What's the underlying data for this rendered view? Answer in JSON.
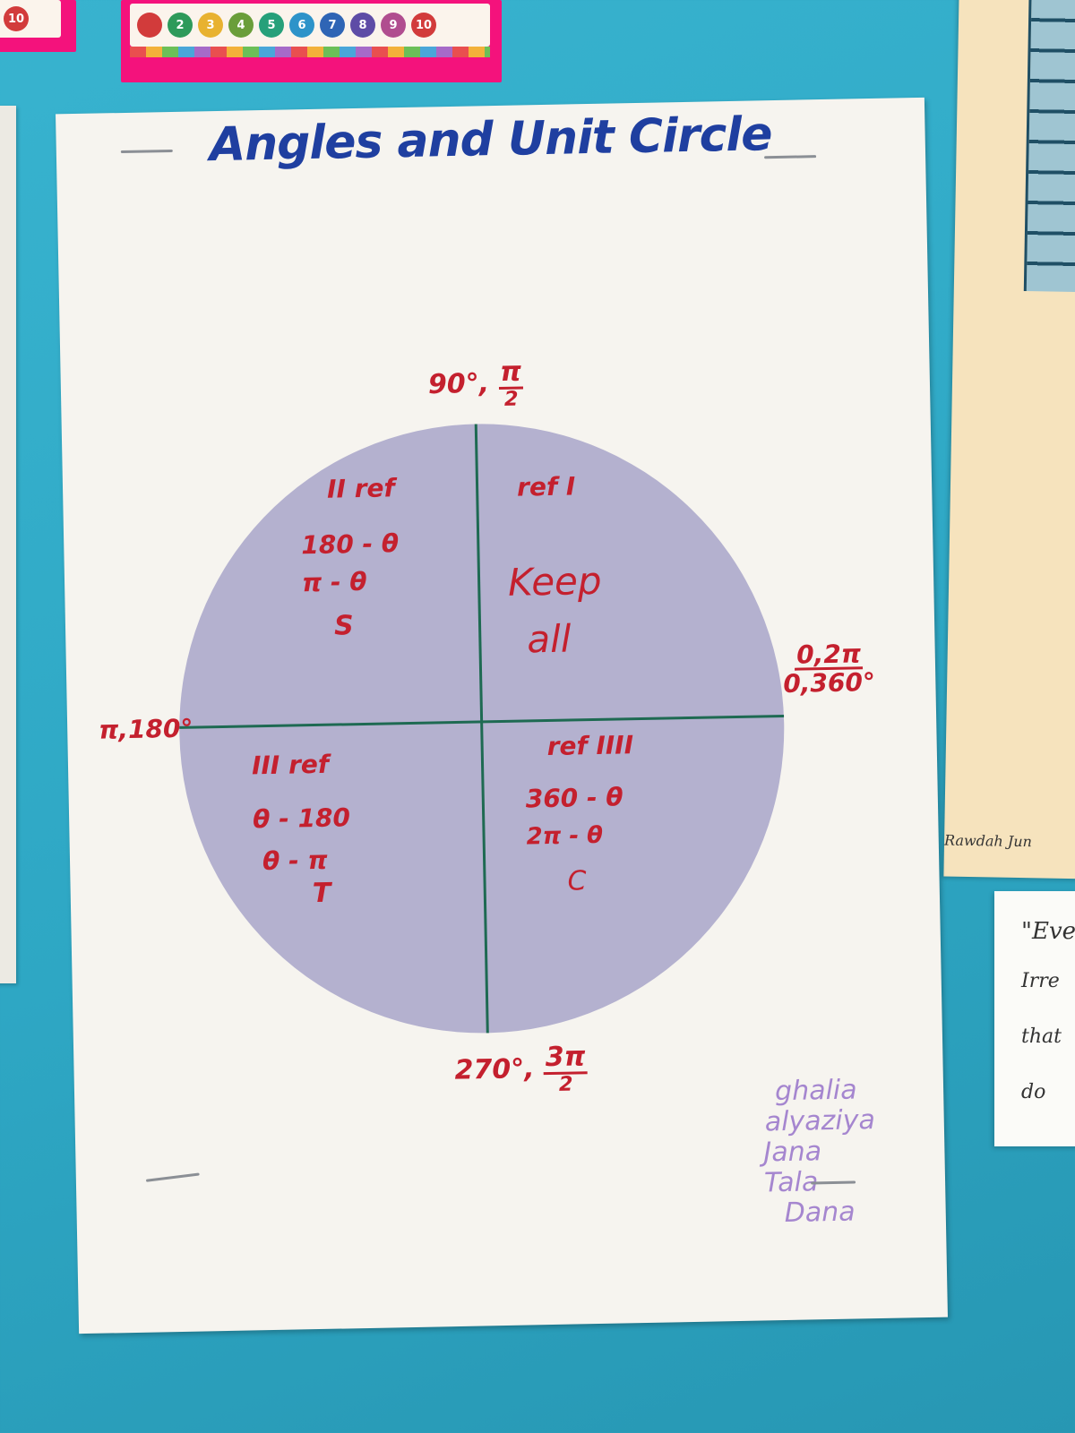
{
  "top_strip": {
    "left_badge": "10",
    "numbers": [
      {
        "label": "",
        "color": "#d23b3b"
      },
      {
        "label": "2",
        "color": "#2e9a5a"
      },
      {
        "label": "3",
        "color": "#e8b230"
      },
      {
        "label": "4",
        "color": "#6a9e3a"
      },
      {
        "label": "5",
        "color": "#26a07a"
      },
      {
        "label": "6",
        "color": "#2d93c9"
      },
      {
        "label": "7",
        "color": "#2f65b5"
      },
      {
        "label": "8",
        "color": "#5e4ca6"
      },
      {
        "label": "9",
        "color": "#b04d8f"
      },
      {
        "label": "10",
        "color": "#d23b3b"
      }
    ]
  },
  "poster": {
    "title": "Angles and Unit Circle",
    "axes": {
      "top_deg": "90°,",
      "top_num": "π",
      "top_den": "2",
      "right_num": "0,2π",
      "right_den": "0,360°",
      "left": "π,180°",
      "bottom_deg": "270°,",
      "bottom_num": "3π",
      "bottom_den": "2"
    },
    "quadrant_1": {
      "ref": "ref I",
      "line1": "Keep",
      "line2": "all"
    },
    "quadrant_2": {
      "ref": "II ref",
      "line1": "180 - θ",
      "line2": "π - θ",
      "line3": "S"
    },
    "quadrant_3": {
      "ref": "III ref",
      "line1": "θ - 180",
      "line2": "θ - π",
      "line3": "T"
    },
    "quadrant_4": {
      "ref": "ref IIII",
      "line1": "360 - θ",
      "line2": "2π - θ",
      "line3": "C"
    },
    "names": [
      "ghalia",
      "alyaziya",
      "Jana",
      "Tala",
      "Dana"
    ]
  },
  "side": {
    "yellow_caption": "Rawdah Jun",
    "note_lines": [
      "\"Eve",
      "Irre",
      "that",
      "do"
    ]
  }
}
